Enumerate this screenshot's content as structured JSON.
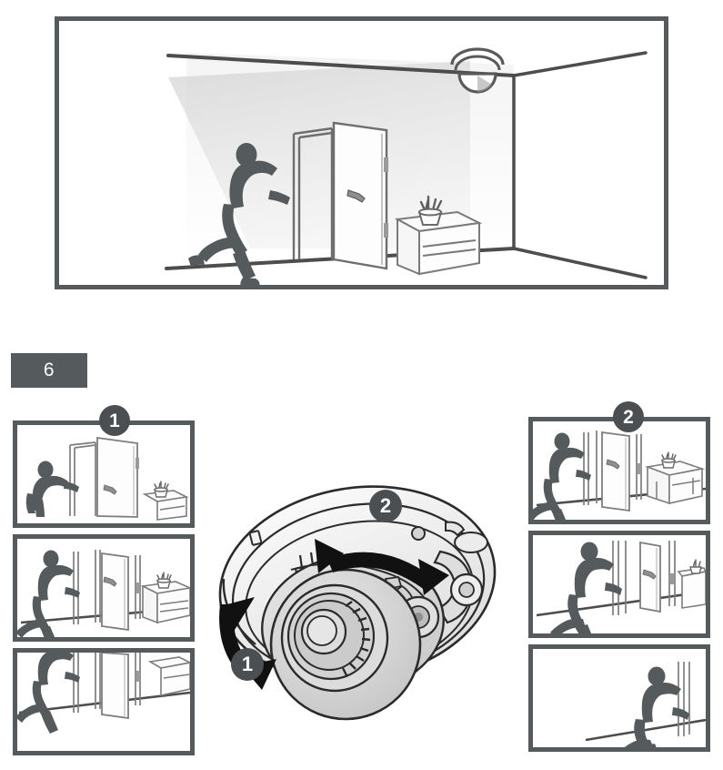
{
  "step": {
    "number": "6"
  },
  "colors": {
    "frame": "#555a5c",
    "silhouette": "#555a5c",
    "badge_fill": "#4c4f52",
    "badge_text": "#ffffff",
    "fov_cone": "#d8d8d8",
    "line": "#5a5a5a",
    "camera_body": "#d6d6d6",
    "background": "#ffffff"
  },
  "hero_scene": {
    "name": "room-with-ceiling-camera",
    "elements": {
      "camera": "dome-camera-ceiling-mounted",
      "fov_cone": "camera-field-of-view",
      "person": "running-person-silhouette",
      "door": "open-door",
      "table": "console-table",
      "plant": "potted-succulent"
    }
  },
  "camera_module": {
    "name": "dome-camera-adjustment",
    "adjustments": [
      {
        "id": "1",
        "label": "1",
        "axis": "tilt",
        "arrow": "curved-double-arrow-lower-left"
      },
      {
        "id": "2",
        "label": "2",
        "axis": "pan",
        "arrow": "curved-double-arrow-top"
      }
    ]
  },
  "left_column": {
    "badge": "1",
    "panels": [
      {
        "name": "panel-left-1",
        "scene": "person-standing-at-open-door",
        "has_table": true,
        "has_plant": true,
        "has_floor_line": false
      },
      {
        "name": "panel-left-2",
        "scene": "person-running-past-door",
        "has_table": true,
        "has_plant": true,
        "has_floor_line": true
      },
      {
        "name": "panel-left-3",
        "scene": "person-running-cropped-top",
        "has_table": true,
        "has_plant": false,
        "has_floor_line": true
      }
    ]
  },
  "right_column": {
    "badge": "2",
    "panels": [
      {
        "name": "panel-right-1",
        "scene": "person-running-near-door-with-table",
        "has_table": true,
        "has_plant": true,
        "has_floor_line": true
      },
      {
        "name": "panel-right-2",
        "scene": "person-running-zoomed-center",
        "has_table": true,
        "has_plant": true,
        "has_floor_line": true
      },
      {
        "name": "panel-right-3",
        "scene": "person-running-at-right-edge",
        "has_table": false,
        "has_plant": false,
        "has_floor_line": true
      }
    ]
  }
}
